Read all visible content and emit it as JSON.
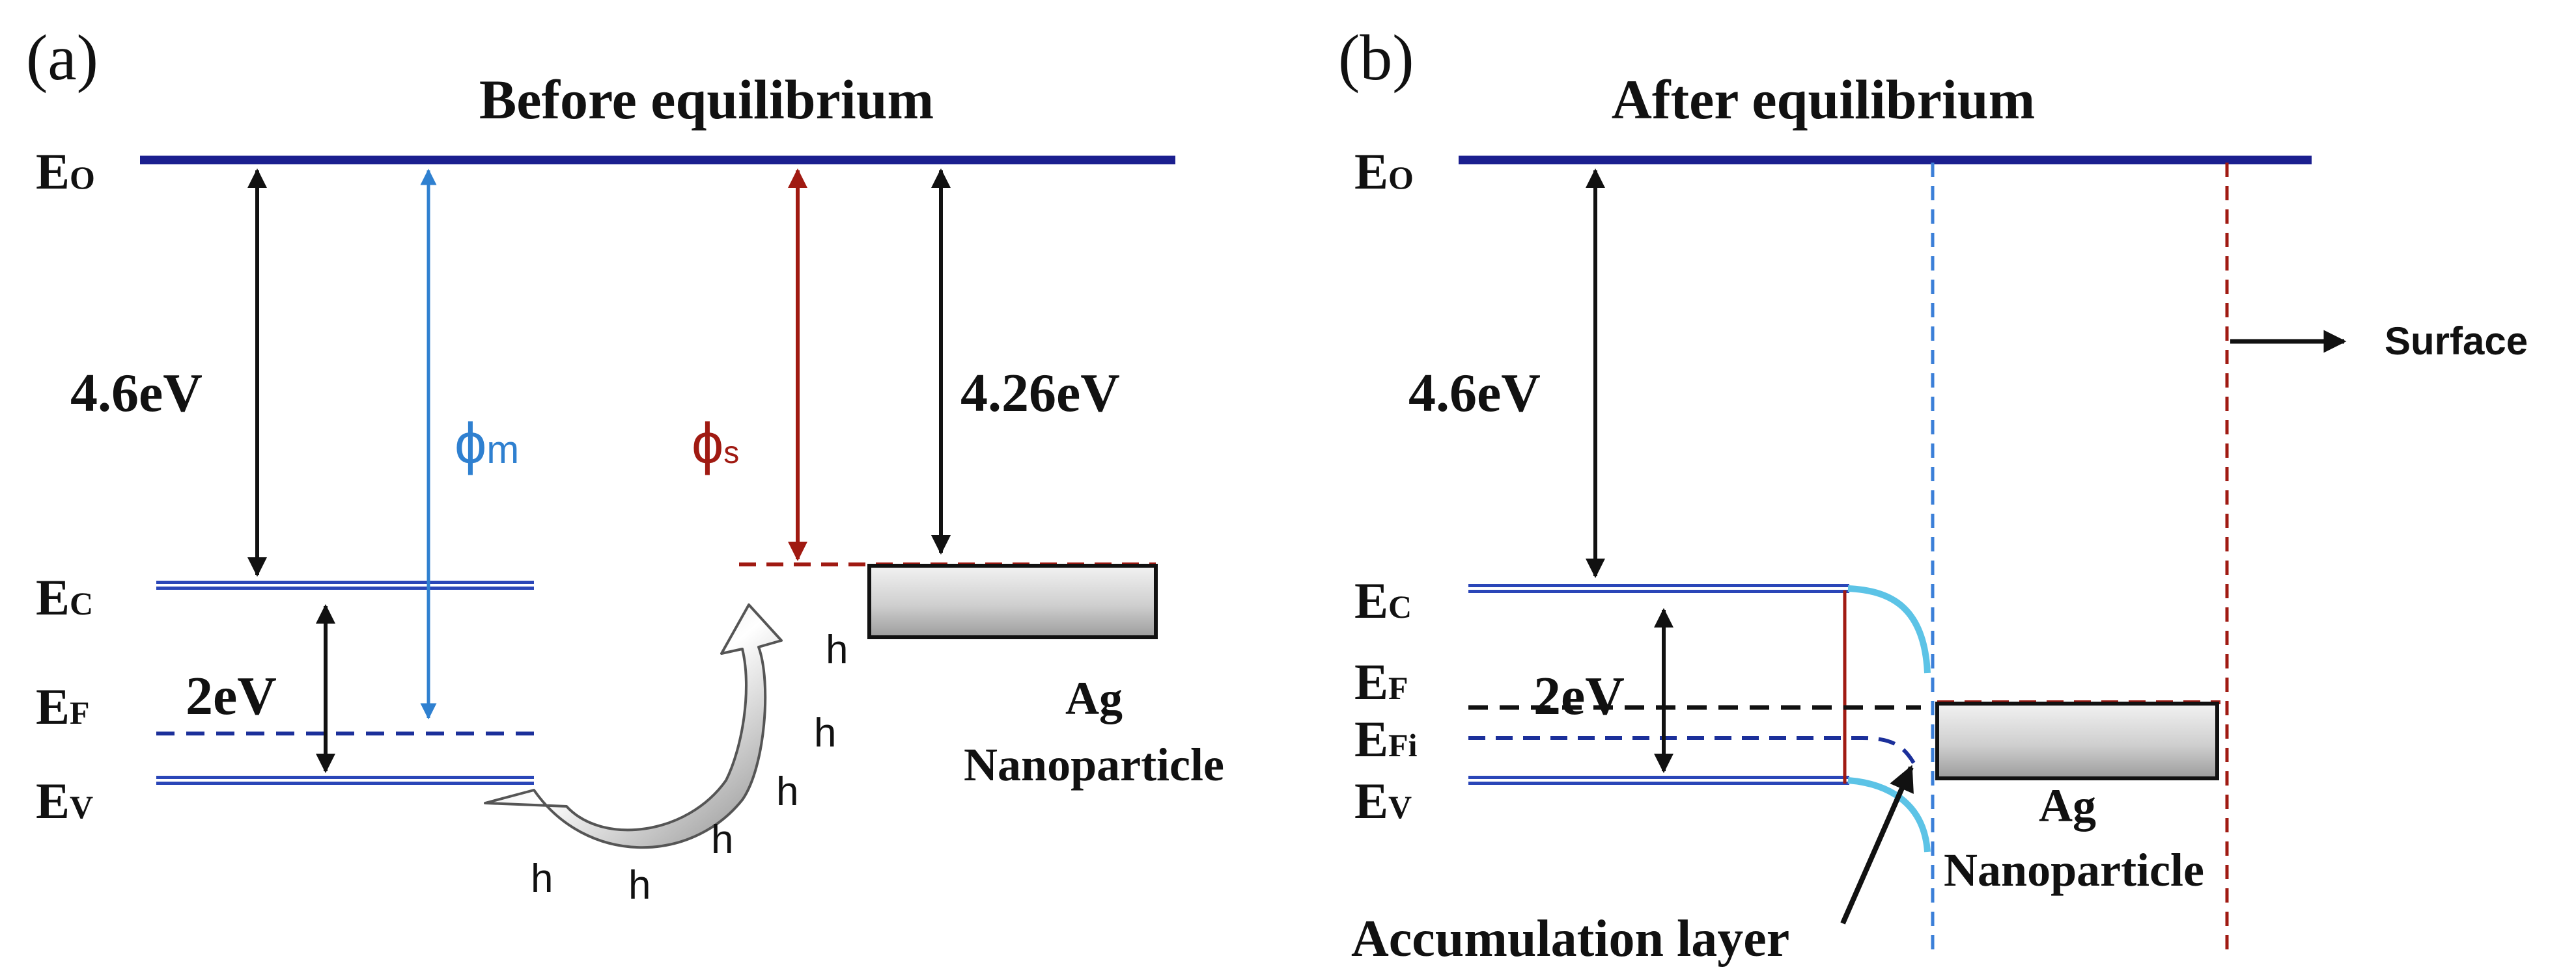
{
  "panel_a": {
    "label": "(a)",
    "title": "Before equilibrium",
    "levels": {
      "eo": {
        "main": "E",
        "sub": "O"
      },
      "ec": {
        "main": "E",
        "sub": "C"
      },
      "ef": {
        "main": "E",
        "sub": "F"
      },
      "ev": {
        "main": "E",
        "sub": "V"
      }
    },
    "work_function_metal_oxide": "4.6eV",
    "band_gap": "2eV",
    "phi_m": {
      "symbol": "ϕ",
      "sub": "m"
    },
    "phi_s": {
      "symbol": "ϕ",
      "sub": "s"
    },
    "work_function_ag": "4.26eV",
    "ag_label_line1": "Ag",
    "ag_label_line2": "Nanoparticle",
    "hole_symbol": "h"
  },
  "panel_b": {
    "label": "(b)",
    "title": "After equilibrium",
    "levels": {
      "eo": {
        "main": "E",
        "sub": "O"
      },
      "ec": {
        "main": "E",
        "sub": "C"
      },
      "ef": {
        "main": "E",
        "sub": "F"
      },
      "efi": {
        "main": "E",
        "sub": "Fi"
      },
      "ev": {
        "main": "E",
        "sub": "V"
      }
    },
    "work_function_metal_oxide": "4.6eV",
    "band_gap": "2eV",
    "surface_label": "Surface",
    "ag_label_line1": "Ag",
    "ag_label_line2": "Nanoparticle",
    "accumulation_label": "Accumulation layer"
  },
  "colors": {
    "vacuum_level": "#1b1f8f",
    "band_edge": "#2a46b8",
    "phi_m": "#2f80d0",
    "phi_s": "#a01a12",
    "bend": "#5cc3e6",
    "arrow": "#111111"
  }
}
